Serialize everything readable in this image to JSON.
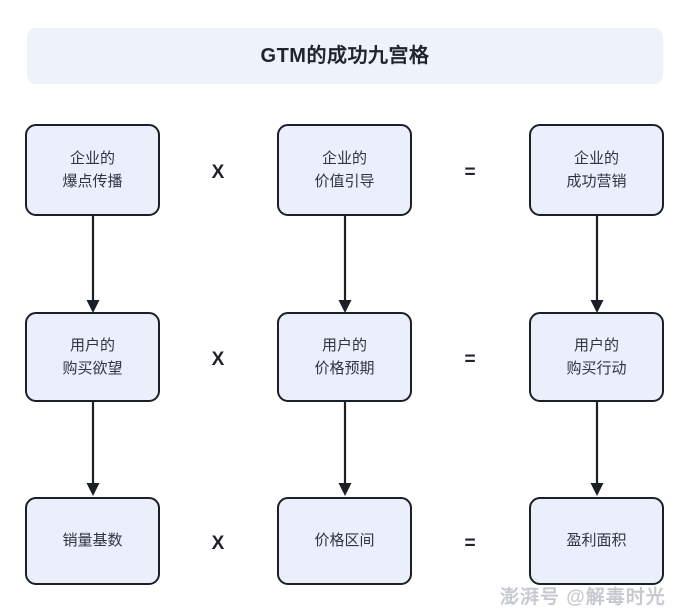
{
  "header": {
    "title": "GTM的成功九宫格",
    "banner_color": "#eef2fb"
  },
  "theme": {
    "node_fill": "#eaeffb",
    "node_border": "#1b1f26",
    "text_color": "#2f3440",
    "accent": "#eef2fb"
  },
  "operators": {
    "multiply": "X",
    "equals": "="
  },
  "rows": [
    {
      "row_name": "enterprise-row",
      "nodes": [
        {
          "line1": "企业的",
          "line2": "爆点传播"
        },
        {
          "line1": "企业的",
          "line2": "价值引导"
        },
        {
          "line1": "企业的",
          "line2": "成功营销"
        }
      ],
      "operator_1": "X",
      "operator_2": "="
    },
    {
      "row_name": "user-row",
      "nodes": [
        {
          "line1": "用户的",
          "line2": "购买欲望"
        },
        {
          "line1": "用户的",
          "line2": "价格预期"
        },
        {
          "line1": "用户的",
          "line2": "购买行动"
        }
      ],
      "operator_1": "X",
      "operator_2": "="
    },
    {
      "row_name": "metric-row",
      "nodes": [
        {
          "line1": "销量基数",
          "line2": ""
        },
        {
          "line1": "价格区间",
          "line2": ""
        },
        {
          "line1": "盈利面积",
          "line2": ""
        }
      ],
      "operator_1": "X",
      "operator_2": "="
    }
  ],
  "watermark": {
    "text": "澎湃号 @解毒时光"
  }
}
